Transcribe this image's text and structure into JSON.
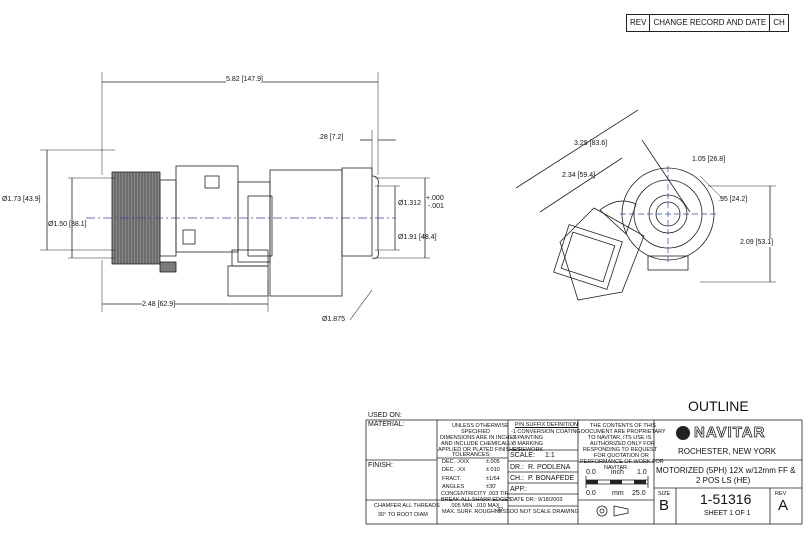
{
  "rev_block": {
    "rev": "REV",
    "change": "CHANGE RECORD AND DATE",
    "ch": "CH"
  },
  "dimensions": {
    "overall_length": "5.82 [147.9]",
    "flange": ".28 [7.2]",
    "dia_173": "Ø1.73 [43.9]",
    "dia_150": "Ø1.50 [38.1]",
    "dia_1312": "Ø1.312",
    "tol_plus": "+.000",
    "tol_minus": "-.001",
    "dia_191": "Ø1.91 [48.4]",
    "len_248": "2.48 [62.9]",
    "dia_1875": "Ø1.875",
    "end_329": "3.29 [83.6]",
    "end_234": "2.34 [59.4]",
    "end_105": "1.05 [26.8]",
    "end_095": ".95 [24.2]",
    "end_209": "2.09 [53.1]"
  },
  "title_block": {
    "used_on": "USED ON:",
    "material": "MATERIAL:",
    "finish": "FINISH:",
    "unless_lines": [
      "UNLESS OTHERWISE",
      "SPECIFIED",
      "DIMENSIONS ARE IN INCHES",
      "AND INCLUDE CHEMICALLY",
      "APPLIED OR PLATED FINISHES"
    ],
    "tolerances": "TOLERANCES:",
    "tol_rows": [
      {
        "k": "DEC. .XXX",
        "v": "±.005"
      },
      {
        "k": "DEC. .XX",
        "v": "±.010"
      },
      {
        "k": "FRACT.",
        "v": "±1/64"
      },
      {
        "k": "ANGLES",
        "v": "±30'"
      }
    ],
    "concentricity": "CONCENTRICITY  .003 TIR",
    "break_edges": "BREAK ALL SHARP EDGES",
    "break_spec": ".005 MIN. .010 MAX",
    "surface": "MAX. SURF. ROUGHNESS",
    "surface_val": "32",
    "chamfer1": "CHAMFER ALL THREADS",
    "chamfer2": "30° TO ROOT DIAM",
    "pn_suffix": "P/N SUFFIX DEFINITION",
    "pn_rows": [
      "-1 CONVERSION COATING",
      "-2 PAINTING",
      "-3 MARKING",
      "-R REWORK"
    ],
    "scale_label": "SCALE:",
    "scale_val": "1:1",
    "dr_label": "DR.:",
    "dr_val": "R. PODLENA",
    "ch_label": "CH.:",
    "ch_val": "P. BONAFEDE",
    "app_label": "APP.:",
    "date_label": "DATE DR.:",
    "date_val": "9/18/2003",
    "dnsd": "DO NOT SCALE DRAWING",
    "proprietary": [
      "THE CONTENTS OF THIS",
      "DOCUMENT ARE PROPRIETARY",
      "TO NAVITAR, ITS USE IS",
      "AUTHORIZED ONLY FOR",
      "RESPONDING TO REQUEST",
      "FOR QUOTATION OR",
      "PERFORMANCE OF WORK FOR",
      "NAVITAR"
    ],
    "inch_scale": [
      "0.0",
      "inch",
      "1.0"
    ],
    "mm_scale": [
      "0.0",
      "mm",
      "25.0"
    ],
    "outline": "OUTLINE",
    "company": "NAVITAR",
    "location": "ROCHESTER, NEW YORK",
    "description1": "MOTORIZED (5PH) 12X w/12mm FF &",
    "description2": "2 POS LS (HE)",
    "size_label": "SIZE",
    "size_val": "B",
    "part_number": "1-51316",
    "sheet": "SHEET 1 OF 1",
    "rev_label": "REV",
    "rev_val": "A"
  }
}
